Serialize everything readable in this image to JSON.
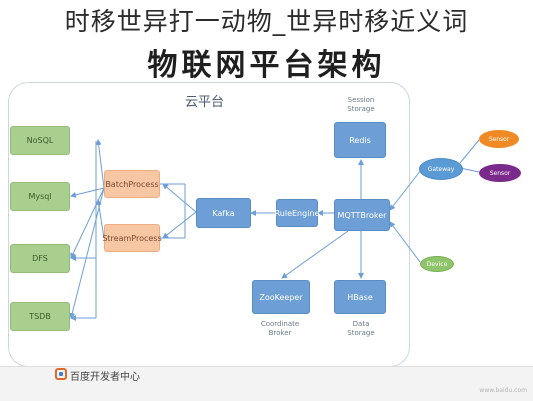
{
  "header": {
    "title": "时移世异打一动物_世异时移近义词",
    "diagram_title": "物联网平台架构"
  },
  "platform": {
    "label": "云平台"
  },
  "storage": [
    "NoSQL",
    "Mysql",
    "DFS",
    "TSDB"
  ],
  "processing": {
    "batch": [
      "Batch",
      "Process"
    ],
    "stream": [
      "Stream",
      "Process"
    ]
  },
  "services": {
    "kafka": "Kafka",
    "rule_engine": [
      "Rule",
      "Engine"
    ],
    "mqtt": [
      "MQTT",
      "Broker"
    ],
    "redis": "Redis",
    "hbase": "HBase",
    "zookeeper": "ZooKeeper"
  },
  "captions": {
    "session": [
      "Session",
      "Storage"
    ],
    "data": [
      "Data",
      "Storage"
    ],
    "coordinate": [
      "Coordinate",
      "Broker"
    ]
  },
  "edge": {
    "gateway": "Gateway",
    "device": "Device",
    "sensor_1": "Sensor",
    "sensor_2": "Sensor"
  },
  "footer": {
    "brand": "百度开发者中心",
    "watermark": "www.baidu.com"
  },
  "colors": {
    "storage": "#a9cf8f",
    "process": "#f7c6a3",
    "service": "#6d9ed6",
    "gateway": "#5b9bd5",
    "device": "#8fc46a",
    "sensor_1": "#f08a24",
    "sensor_2": "#7a2a8a",
    "connector": "#6d9ed6"
  },
  "icons": [
    "arrow-icon",
    "logo-icon"
  ]
}
